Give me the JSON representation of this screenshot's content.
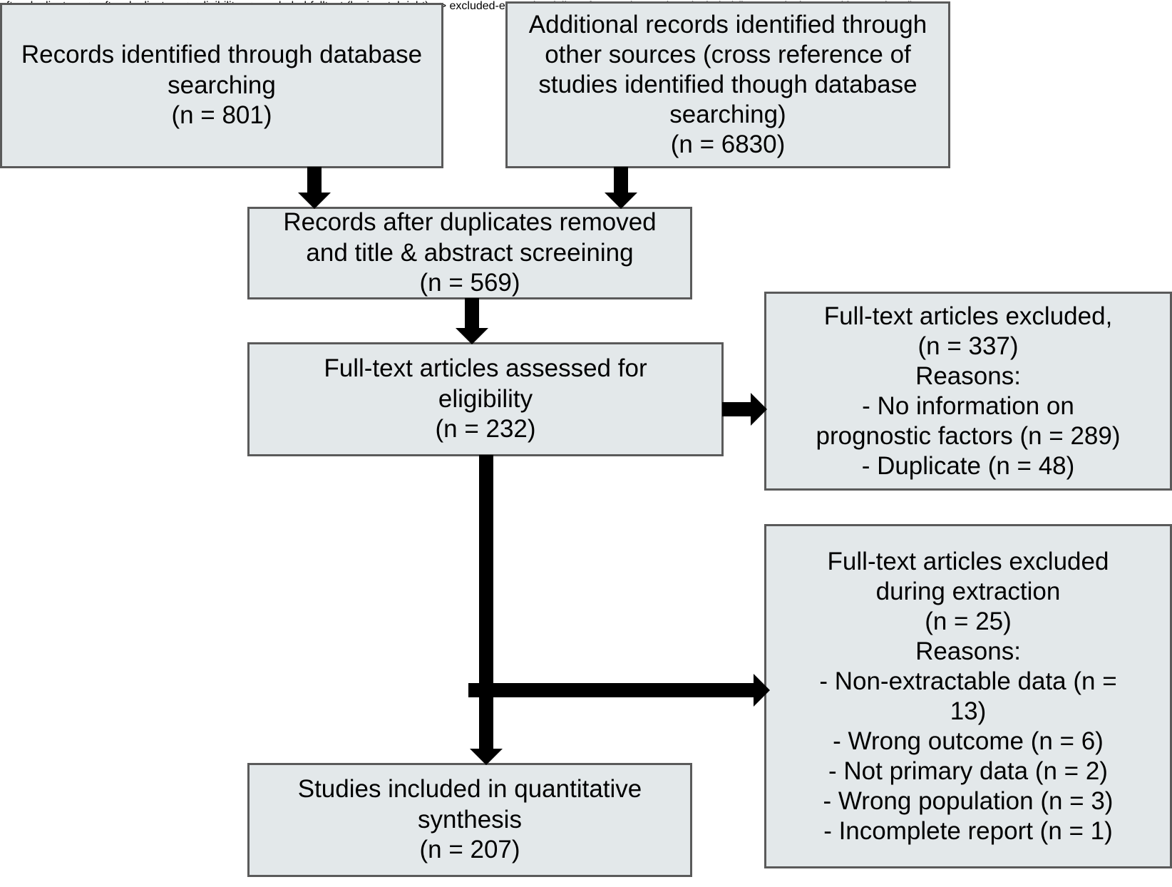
{
  "diagram": {
    "type": "prisma-flow-diagram",
    "title": "",
    "colors": {
      "box_fill": "#e3e8ea",
      "box_border": "#5a5a5a",
      "arrow": "#000000",
      "text": "#000000",
      "background": "#ffffff"
    },
    "nodes": [
      {
        "id": "db-search",
        "name": "records-identified-database-searching",
        "text": "Records identified through database\nsearching\n(n = 801)",
        "n": 801
      },
      {
        "id": "other-sources",
        "name": "additional-records-other-sources",
        "text": "Additional records identified through\nother sources (cross reference of\nstudies identified though database\nsearching)\n(n = 6830)",
        "n": 6830
      },
      {
        "id": "after-duplicates",
        "name": "records-after-duplicates-removed",
        "text": "Records after duplicates removed\nand title & abstract screeining\n(n = 569)",
        "n": 569
      },
      {
        "id": "eligibility",
        "name": "full-text-articles-assessed-eligibility",
        "text": "Full-text articles assessed for\neligibility\n(n =  232)",
        "n": 232
      },
      {
        "id": "excluded-fulltext",
        "name": "full-text-articles-excluded",
        "text": "Full-text articles excluded,\n(n = 337)\nReasons:\n- No information on\nprognostic factors (n = 289)\n- Duplicate (n = 48)",
        "n": 337,
        "reasons": [
          {
            "label": "No information on prognostic factors",
            "n": 289
          },
          {
            "label": "Duplicate",
            "n": 48
          }
        ]
      },
      {
        "id": "excluded-extraction",
        "name": "full-text-articles-excluded-during-extraction",
        "text": "Full-text articles excluded\nduring extraction\n(n = 25)\nReasons:\n- Non-extractable data (n =\n13)\n- Wrong outcome (n = 6)\n- Not primary data (n = 2)\n- Wrong population (n = 3)\n- Incomplete report (n = 1)",
        "n": 25,
        "reasons": [
          {
            "label": "Non-extractable data",
            "n": 13
          },
          {
            "label": "Wrong outcome",
            "n": 6
          },
          {
            "label": "Not primary data",
            "n": 2
          },
          {
            "label": "Wrong population",
            "n": 3
          },
          {
            "label": "Incomplete report",
            "n": 1
          }
        ]
      },
      {
        "id": "included",
        "name": "studies-included-quantitative-synthesis",
        "text": "Studies included in quantitative\nsynthesis\n(n =  207)",
        "n": 207
      }
    ],
    "edges": [
      {
        "from": "db-search",
        "to": "after-duplicates",
        "kind": "down-arrow"
      },
      {
        "from": "other-sources",
        "to": "after-duplicates",
        "kind": "down-arrow"
      },
      {
        "from": "after-duplicates",
        "to": "eligibility",
        "kind": "down-arrow"
      },
      {
        "from": "eligibility",
        "to": "excluded-fulltext",
        "kind": "right-arrow"
      },
      {
        "from": "eligibility",
        "to": "excluded-extraction",
        "kind": "elbow-right-arrow"
      },
      {
        "from": "eligibility",
        "to": "included",
        "kind": "down-arrow"
      }
    ]
  }
}
